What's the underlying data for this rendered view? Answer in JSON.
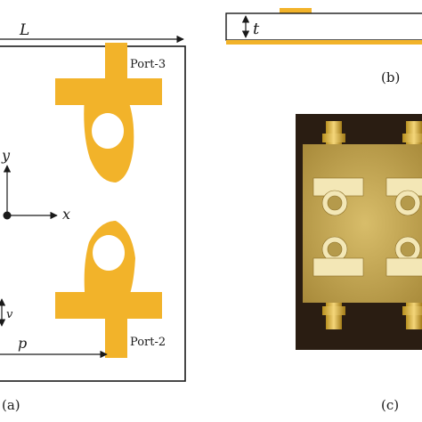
{
  "colors": {
    "copper": "#f2b32a",
    "substrate_dark": "#2a1d12",
    "substrate_board": "#d3b866",
    "outline": "#1a1a1a"
  },
  "panel_a": {
    "label": "(a)",
    "dim_L": "L",
    "dim_p": "p",
    "dim_v": "v",
    "axis_x": "x",
    "axis_y": "y",
    "port_top": "Port-3",
    "port_bottom": "Port-2"
  },
  "panel_b": {
    "label": "(b)",
    "dim_t": "t"
  },
  "panel_c": {
    "label": "(c)"
  },
  "icons": {
    "origin": "origin-dot-icon",
    "arrow": "arrowhead-icon"
  }
}
